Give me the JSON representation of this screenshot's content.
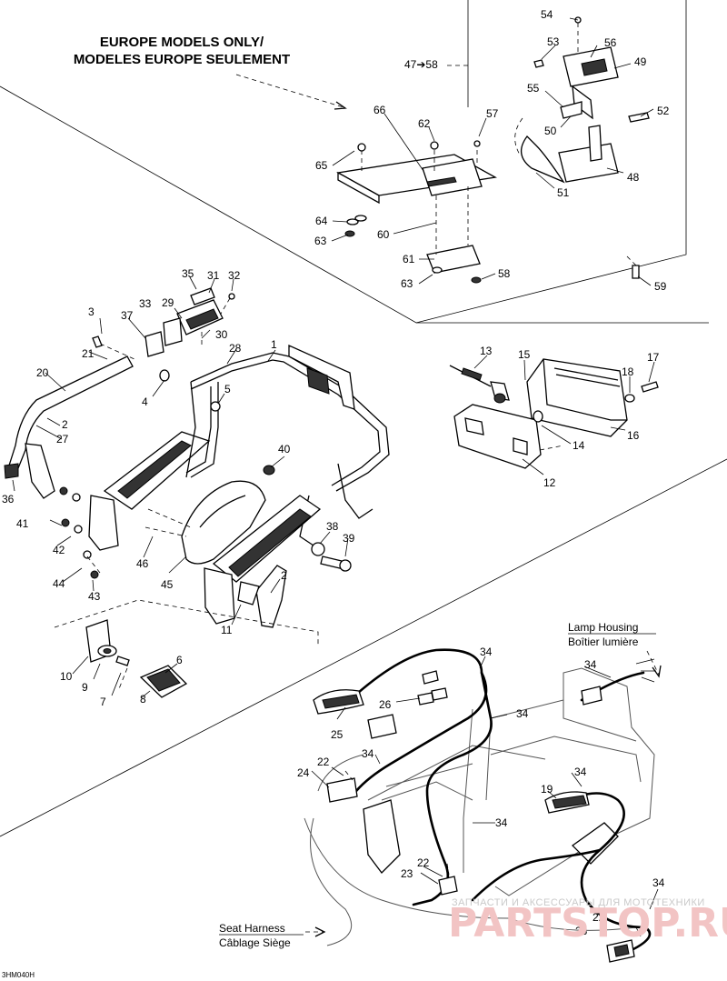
{
  "header": {
    "line1": "EUROPE MODELS ONLY/",
    "line2": "MODELES EUROPE SEULEMENT"
  },
  "range_ref": "47➔58",
  "callouts": [
    "1",
    "2",
    "2",
    "3",
    "4",
    "5",
    "6",
    "7",
    "8",
    "9",
    "10",
    "11",
    "12",
    "13",
    "14",
    "15",
    "16",
    "17",
    "18",
    "19",
    "20",
    "21",
    "22",
    "22",
    "22",
    "23",
    "23",
    "24",
    "25",
    "26",
    "27",
    "28",
    "29",
    "30",
    "31",
    "32",
    "33",
    "34",
    "34",
    "34",
    "34",
    "34",
    "34",
    "34",
    "35",
    "36",
    "37",
    "38",
    "39",
    "40",
    "41",
    "42",
    "43",
    "44",
    "45",
    "46",
    "48",
    "49",
    "50",
    "51",
    "52",
    "53",
    "54",
    "55",
    "56",
    "57",
    "58",
    "59",
    "60",
    "61",
    "62",
    "63",
    "63",
    "64",
    "65",
    "66"
  ],
  "notes": {
    "lamp_housing_en": "Lamp Housing",
    "lamp_housing_fr": "Boîtier lumière",
    "seat_harness_en": "Seat Harness",
    "seat_harness_fr": "Câblage Siège"
  },
  "watermark": {
    "line1": "ЗАПЧАСТИ И АКСЕССУАРЫ ДЛЯ МОТОТЕХНИКИ",
    "line2": "PARTSTOP.RU"
  },
  "drawing_code": "3HM040H"
}
